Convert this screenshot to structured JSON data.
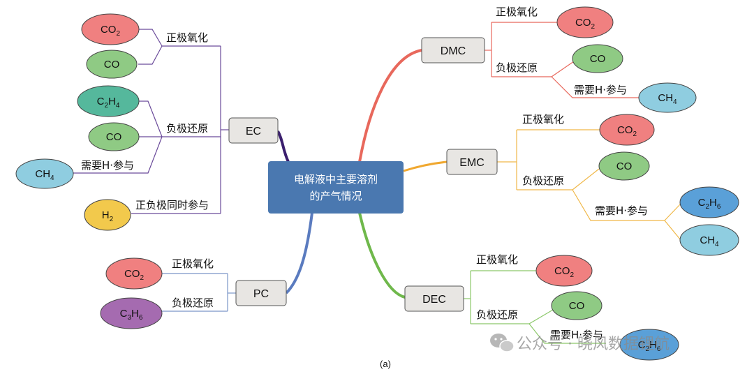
{
  "center": {
    "line1": "电解液中主要溶剂",
    "line2": "的产气情况"
  },
  "colors": {
    "ec": "#3b1f6e",
    "pc": "#5a7bbf",
    "dmc": "#e8685c",
    "emc": "#f0a830",
    "dec": "#6fb84b",
    "center_fill": "#4a78b0",
    "red_gas": "#f08080",
    "green_gas": "#8fca84",
    "teal_gas": "#55b89c",
    "blue_gas": "#8fcde0",
    "darkblue_gas": "#5aa0d8",
    "yellow_gas": "#f2c94c",
    "purple_gas": "#a56bb0"
  },
  "solvents": {
    "EC": {
      "name": "EC",
      "labels": [
        "正极氧化",
        "负极还原",
        "需要H·参与",
        "正负极同时参与"
      ],
      "gases": [
        {
          "main": "CO",
          "sub": "2"
        },
        {
          "main": "CO",
          "sub": ""
        },
        {
          "main": "C",
          "sub": "2",
          "main2": "H",
          "sub2": "4"
        },
        {
          "main": "CO",
          "sub": ""
        },
        {
          "main": "CH",
          "sub": "4"
        },
        {
          "main": "H",
          "sub": "2"
        }
      ]
    },
    "PC": {
      "name": "PC",
      "labels": [
        "正极氧化",
        "负极还原"
      ],
      "gases": [
        {
          "main": "CO",
          "sub": "2"
        },
        {
          "main": "C",
          "sub": "3",
          "main2": "H",
          "sub2": "6"
        }
      ]
    },
    "DMC": {
      "name": "DMC",
      "labels": [
        "正极氧化",
        "负极还原",
        "需要H·参与"
      ],
      "gases": [
        {
          "main": "CO",
          "sub": "2"
        },
        {
          "main": "CO",
          "sub": ""
        },
        {
          "main": "CH",
          "sub": "4"
        }
      ]
    },
    "EMC": {
      "name": "EMC",
      "labels": [
        "正极氧化",
        "负极还原",
        "需要H·参与"
      ],
      "gases": [
        {
          "main": "CO",
          "sub": "2"
        },
        {
          "main": "CO",
          "sub": ""
        },
        {
          "main": "C",
          "sub": "2",
          "main2": "H",
          "sub2": "6"
        },
        {
          "main": "CH",
          "sub": "4"
        }
      ]
    },
    "DEC": {
      "name": "DEC",
      "labels": [
        "正极氧化",
        "负极还原",
        "需要H·参与"
      ],
      "gases": [
        {
          "main": "CO",
          "sub": "2"
        },
        {
          "main": "CO",
          "sub": ""
        },
        {
          "main": "C",
          "sub": "2",
          "main2": "H",
          "sub2": "6"
        }
      ]
    }
  },
  "watermark": "公众号 · 晓风数据锂航",
  "caption": "(a)"
}
